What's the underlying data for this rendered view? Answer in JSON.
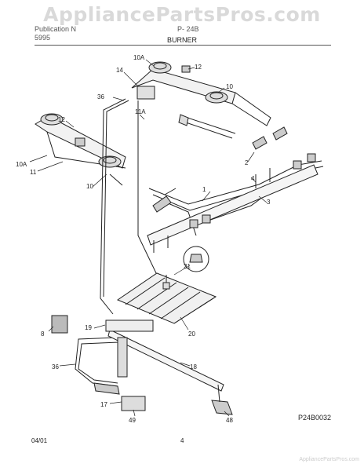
{
  "watermark": "AppliancePartsPros.com",
  "header": {
    "line1": "Publication N",
    "line2": "5995",
    "right": "P- 24B",
    "title": "BURNER"
  },
  "footer": {
    "date": "04/01",
    "page": "4",
    "diagram_code": "P24B0032",
    "watermark_small": "AppliancePartsPros.com"
  },
  "callouts": [
    "10A",
    "12",
    "14",
    "10",
    "36",
    "11A",
    "12",
    "10A",
    "11",
    "10",
    "2",
    "4",
    "1",
    "3",
    "21",
    "8",
    "19",
    "20",
    "36",
    "18",
    "17",
    "49",
    "48"
  ]
}
